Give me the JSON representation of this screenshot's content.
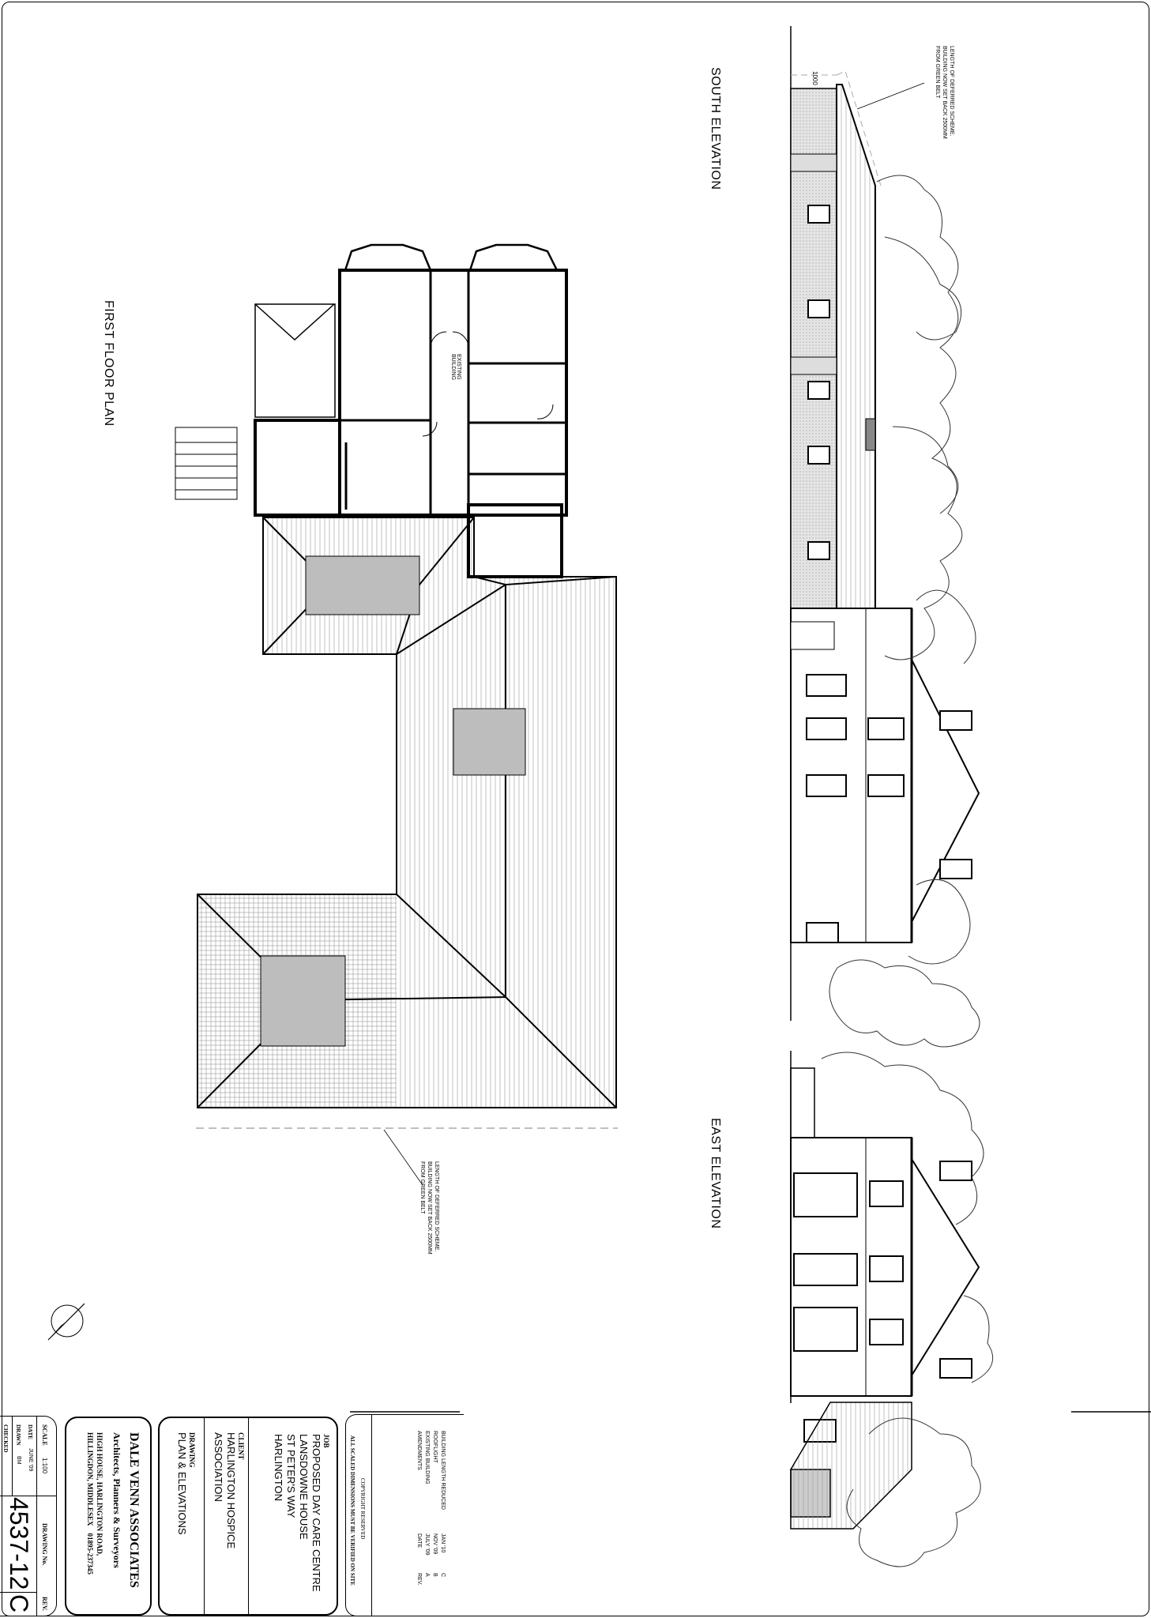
{
  "drawing_labels": {
    "first_floor_plan": "FIRST FLOOR PLAN",
    "south_elevation": "SOUTH ELEVATION",
    "east_elevation": "EAST ELEVATION",
    "existing_building": "EXISTING BUILDING",
    "dimension_1000": "1000"
  },
  "annotations": {
    "south": [
      "LENGTH OF DEFERRED SCHEME.",
      "BUILDING NOW SET BACK 2500MM",
      "FROM GREEN BELT"
    ],
    "plan": [
      "LENGTH OF DEFERRED SCHEME.",
      "BUILDING NOW SET BACK 2500MM",
      "FROM GREEN BELT"
    ]
  },
  "revisions": {
    "rows": [
      {
        "description": "BUILDING LENGTH REDUCED",
        "date": "JAN '10",
        "rev": "C"
      },
      {
        "description": "ROOFLIGHT",
        "date": "NOV '09",
        "rev": "B"
      },
      {
        "description": "EXISTING BUILDING",
        "date": "JULY '09",
        "rev": "A"
      }
    ],
    "header": {
      "description": "AMENDMENTS",
      "date": "DATE",
      "rev": "REV."
    },
    "copyright": "COPYRIGHT RESERVED",
    "verify_note": "ALL SCALED DIMENSIONS MUST BE VERIFIED ON SITE"
  },
  "title_block": {
    "job_label": "JOB",
    "job_lines": [
      "PROPOSED DAY CARE CENTRE",
      "LANSDOWNE HOUSE",
      "ST PETER'S WAY",
      "HARLINGTON"
    ],
    "client_label": "CLIENT",
    "client_lines": [
      "HARLINGTON HOSPICE",
      "ASSOCIATION"
    ],
    "drawing_label": "DRAWING",
    "drawing_title": "PLAN & ELEVATIONS",
    "company": {
      "name": "DALE VENN ASSOCIATES",
      "tagline": "Architects, Planners & Surveyors",
      "address_1": "HIGH HOUSE, HARLINGTON ROAD,",
      "address_2": "HILLINGDON, MIDDLESEX    01895-237345"
    },
    "scale_label": "SCALE",
    "scale": "1:100",
    "date_label": "DATE",
    "date": "JUNE '09",
    "drawn_label": "DRAWN",
    "drawn": "BM",
    "checked_label": "CHECKED",
    "drawing_no_label": "DRAWING No.",
    "drawing_no": "4537-12",
    "rev_label": "REV.",
    "rev": "C"
  },
  "icons": {
    "north_arrow": "north-arrow-icon"
  },
  "colors": {
    "line": "#000000",
    "rooflight": "#bdbdbd",
    "brick": "#d8d8d8",
    "dashed": "#aaaaaa"
  }
}
